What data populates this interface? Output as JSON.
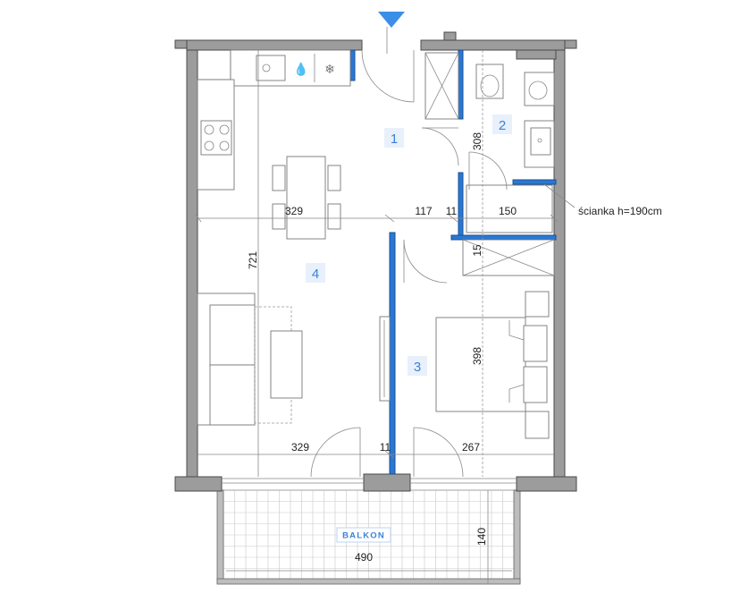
{
  "rooms": [
    {
      "number": "1"
    },
    {
      "number": "2"
    },
    {
      "number": "3"
    },
    {
      "number": "4"
    }
  ],
  "balcony_label": "BALKON",
  "partition_note": "ścianka h=190cm",
  "dimensions": {
    "d329_top": "329",
    "d117": "117",
    "d11_top": "11",
    "d150": "150",
    "d308": "308",
    "d15": "15",
    "d721": "721",
    "d398": "398",
    "d329_bottom": "329",
    "d11_bottom": "11",
    "d267": "267",
    "d140": "140",
    "d490": "490"
  },
  "colors": {
    "wall": "#9c9c9c",
    "accent": "#2a78d4",
    "label": "#3b82d6"
  }
}
